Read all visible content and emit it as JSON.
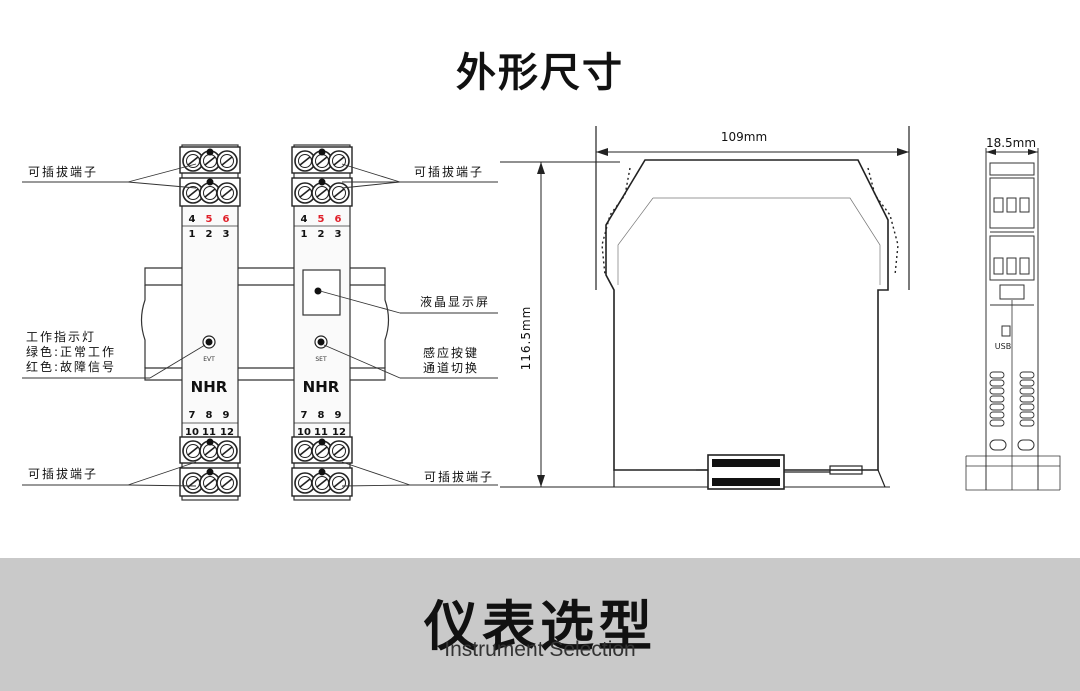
{
  "titles": {
    "dimensions": "外形尺寸",
    "selection": "仪表选型",
    "selection_en": "Instrument Selection"
  },
  "labels": {
    "removable_terminal": "可插拔端子",
    "work_indicator": "工作指示灯",
    "green_normal": "绿色:正常工作",
    "red_fault": "红色:故障信号",
    "lcd_screen": "液晶显示屏",
    "touch_key": "感应按键",
    "channel_switch": "通道切换"
  },
  "device": {
    "logo": "NHR",
    "led_left": "EVT",
    "led_right": "SET",
    "terminals_top_row1": [
      "4",
      "5",
      "6"
    ],
    "terminals_top_row2": [
      "1",
      "2",
      "3"
    ],
    "terminals_bottom_row1": [
      "7",
      "8",
      "9"
    ],
    "terminals_bottom_row2": [
      "10",
      "11",
      "12"
    ],
    "usb": "USB"
  },
  "dimensions": {
    "width": "109mm",
    "height": "116.5mm",
    "depth": "18.5mm"
  },
  "colors": {
    "accent_red": "#e0202a",
    "band_gray": "#c9c9c9"
  }
}
